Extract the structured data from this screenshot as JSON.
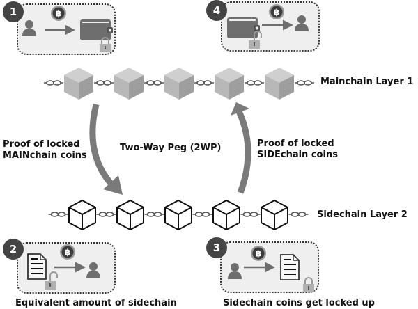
{
  "diagram": {
    "title": "Two-Way Peg (2WP)",
    "layers": {
      "main": {
        "label": "Mainchain Layer 1",
        "block_count": 5
      },
      "side": {
        "label": "Sidechain Layer 2",
        "block_count": 5
      }
    },
    "arrows": {
      "down": {
        "label_line1": "Proof of locked",
        "label_line2": "MAINchain coins"
      },
      "up": {
        "label_line1": "Proof of locked",
        "label_line2": "SIDEchain coins"
      }
    },
    "steps": [
      {
        "number": "1",
        "from": "user-icon",
        "to": "wallet-icon",
        "lock": "locked"
      },
      {
        "number": "2",
        "from": "document-icon",
        "to": "user-icon",
        "lock": "unlocked",
        "caption": "Equivalent amount of sidechain"
      },
      {
        "number": "3",
        "from": "user-icon",
        "to": "document-icon",
        "lock": "locked",
        "caption": "Sidechain coins get locked up"
      },
      {
        "number": "4",
        "from": "wallet-icon",
        "to": "user-icon",
        "lock": "unlocked"
      }
    ],
    "coin_symbol": "B",
    "colors": {
      "box_bg": "#efefef",
      "badge": "#444444",
      "icon_gray": "#6e6e6e",
      "main_block": "#b5b5b5",
      "arrow": "#7a7a7a"
    }
  }
}
